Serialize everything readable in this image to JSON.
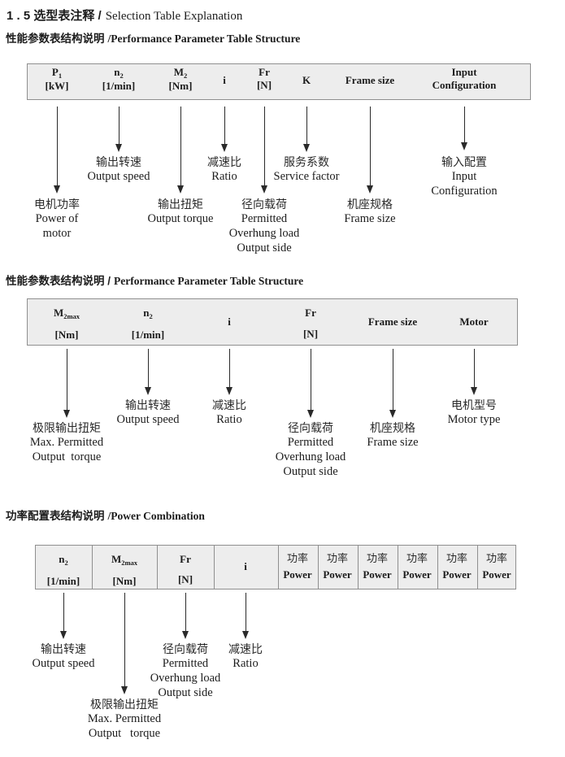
{
  "title": {
    "zh": "1 . 5 选型表注释 /",
    "en": "Selection Table Explanation"
  },
  "sections": [
    {
      "heading": {
        "zh": "性能参数表结构说明",
        "en": "/Performance Parameter Table Structure"
      },
      "table_columns": [
        {
          "l1": "P",
          "sub": "1",
          "l2": "[kW]"
        },
        {
          "l1": "n",
          "sub": "2",
          "l2": "[1/min]"
        },
        {
          "l1": "M",
          "sub": "2",
          "l2": "[Nm]"
        },
        {
          "l1": "i",
          "sub": "",
          "l2": ""
        },
        {
          "l1": "Fr",
          "sub": "",
          "l2": "[N]"
        },
        {
          "l1": "K",
          "sub": "",
          "l2": ""
        },
        {
          "l1": "Frame size",
          "sub": "",
          "l2": ""
        },
        {
          "l1": "Input",
          "sub": "",
          "l2": "Configuration"
        }
      ],
      "callouts": [
        {
          "zh": "电机功率",
          "en": [
            "Power of",
            "motor"
          ]
        },
        {
          "zh": "输出转速",
          "en": [
            "Output speed"
          ]
        },
        {
          "zh": "输出扭矩",
          "en": [
            "Output torque"
          ]
        },
        {
          "zh": "减速比",
          "en": [
            "Ratio"
          ]
        },
        {
          "zh": "径向载荷",
          "en": [
            "Permitted",
            "Overhung load",
            "Output side"
          ]
        },
        {
          "zh": "服务系数",
          "en": [
            "Service factor"
          ]
        },
        {
          "zh": "机座规格",
          "en": [
            "Frame size"
          ]
        },
        {
          "zh": "输入配置",
          "en": [
            "Input",
            "Configuration"
          ]
        }
      ]
    },
    {
      "heading": {
        "zh": "性能参数表结构说明 /",
        "en": "Performance Parameter Table Structure"
      },
      "table_columns": [
        {
          "l1": "M",
          "sub": "2max",
          "l2": "[Nm]"
        },
        {
          "l1": "n",
          "sub": "2",
          "l2": "[1/min]"
        },
        {
          "l1": "i",
          "sub": "",
          "l2": ""
        },
        {
          "l1": "Fr",
          "sub": "",
          "l2": "[N]"
        },
        {
          "l1": "Frame size",
          "sub": "",
          "l2": ""
        },
        {
          "l1": "Motor",
          "sub": "",
          "l2": ""
        }
      ],
      "callouts": [
        {
          "zh": "极限输出扭矩",
          "en": [
            "Max. Permitted",
            "Output  torque"
          ]
        },
        {
          "zh": "输出转速",
          "en": [
            "Output speed"
          ]
        },
        {
          "zh": "减速比",
          "en": [
            "Ratio"
          ]
        },
        {
          "zh": "径向载荷",
          "en": [
            "Permitted",
            "Overhung load",
            "Output side"
          ]
        },
        {
          "zh": "机座规格",
          "en": [
            "Frame size"
          ]
        },
        {
          "zh": "电机型号",
          "en": [
            "Motor type"
          ]
        }
      ]
    },
    {
      "heading": {
        "zh": "功率配置表结构说明",
        "en": "/Power Combination"
      },
      "table_columns": [
        {
          "l1": "n",
          "sub": "2",
          "l2": "[1/min]"
        },
        {
          "l1": "M",
          "sub": "2max",
          "l2": "[Nm]"
        },
        {
          "l1": "Fr",
          "sub": "",
          "l2": "[N]"
        },
        {
          "l1": "i",
          "sub": "",
          "l2": ""
        }
      ],
      "power_columns": [
        {
          "zh": "功率",
          "en": "Power"
        },
        {
          "zh": "功率",
          "en": "Power"
        },
        {
          "zh": "功率",
          "en": "Power"
        },
        {
          "zh": "功率",
          "en": "Power"
        },
        {
          "zh": "功率",
          "en": "Power"
        },
        {
          "zh": "功率",
          "en": "Power"
        }
      ],
      "callouts": [
        {
          "zh": "输出转速",
          "en": [
            "Output speed"
          ]
        },
        {
          "zh": "极限输出扭矩",
          "en": [
            "Max. Permitted",
            "Output   torque"
          ]
        },
        {
          "zh": "径向载荷",
          "en": [
            "Permitted",
            "Overhung load",
            "Output side"
          ]
        },
        {
          "zh": "减速比",
          "en": [
            "Ratio"
          ]
        }
      ]
    }
  ]
}
